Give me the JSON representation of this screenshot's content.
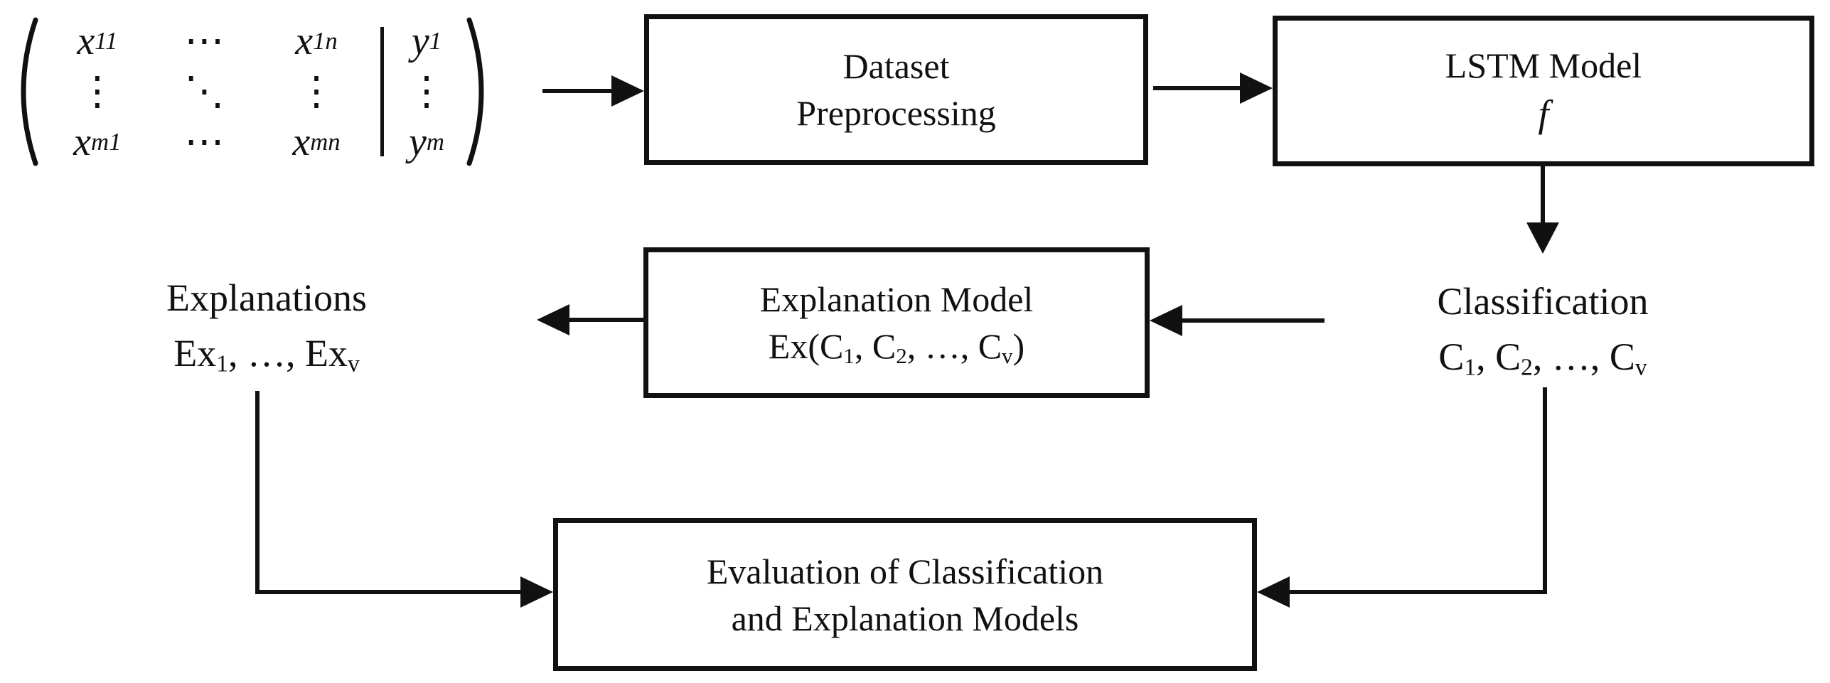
{
  "colors": {
    "ink": "#111111",
    "background": "#ffffff"
  },
  "matrix": {
    "row1": {
      "c1": {
        "base": "x",
        "sub": "11"
      },
      "c2": {
        "base": "⋯"
      },
      "c3": {
        "base": "x",
        "sub": "1n"
      },
      "y": {
        "base": "y",
        "sub": "1"
      }
    },
    "row2": {
      "c1": {
        "base": "⋮"
      },
      "c2": {
        "base": "⋱"
      },
      "c3": {
        "base": "⋮"
      },
      "y": {
        "base": "⋮"
      }
    },
    "row3": {
      "c1": {
        "base": "x",
        "sub": "m1"
      },
      "c2": {
        "base": "⋯"
      },
      "c3": {
        "base": "x",
        "sub": "mn"
      },
      "y": {
        "base": "y",
        "sub": "m"
      }
    }
  },
  "boxes": {
    "dataset": {
      "line1": "Dataset",
      "line2": "Preprocessing"
    },
    "lstm": {
      "line1": "LSTM Model",
      "line2": "f"
    },
    "explanation": {
      "line1": "Explanation Model",
      "line2": [
        {
          "t": "Ex(C"
        },
        {
          "s": "1"
        },
        {
          "t": ", C"
        },
        {
          "s": "2"
        },
        {
          "t": ", …, C"
        },
        {
          "s": "v"
        },
        {
          "t": ")"
        }
      ]
    },
    "evaluation": {
      "line1": "Evaluation of Classification",
      "line2": "and Explanation Models"
    }
  },
  "labels": {
    "classification": {
      "line1": "Classification",
      "line2": [
        {
          "t": "C"
        },
        {
          "s": "1"
        },
        {
          "t": ", C"
        },
        {
          "s": "2"
        },
        {
          "t": ", …, C"
        },
        {
          "s": "v"
        }
      ]
    },
    "explanations": {
      "line1": "Explanations",
      "line2": [
        {
          "t": "Ex"
        },
        {
          "s": "1"
        },
        {
          "t": ", …, Ex"
        },
        {
          "s": "v"
        }
      ]
    }
  }
}
